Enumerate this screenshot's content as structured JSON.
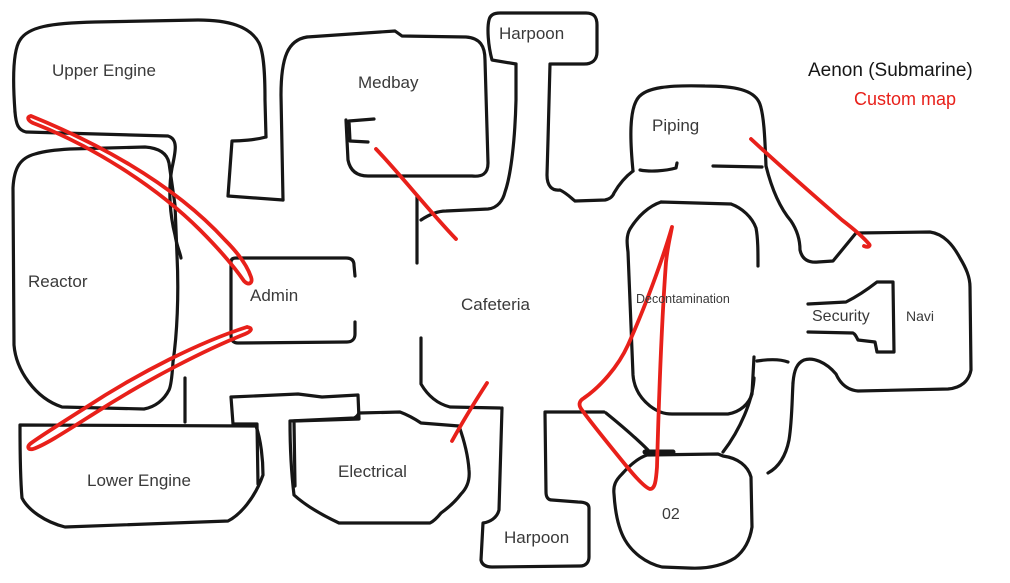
{
  "header": {
    "title": "Aenon (Submarine)",
    "subtitle": "Custom map"
  },
  "colors": {
    "background": "#ffffff",
    "ink": "#161616",
    "label": "#3a3a3a",
    "red": "#e8201a"
  },
  "rooms": {
    "upper_engine": {
      "label": "Upper Engine"
    },
    "medbay": {
      "label": "Medbay"
    },
    "harpoon_top": {
      "label": "Harpoon"
    },
    "piping": {
      "label": "Piping"
    },
    "reactor": {
      "label": "Reactor"
    },
    "admin": {
      "label": "Admin"
    },
    "cafeteria": {
      "label": "Cafeteria"
    },
    "decontamination": {
      "label": "Decontamination"
    },
    "security": {
      "label": "Security"
    },
    "navi": {
      "label": "Navi"
    },
    "lower_engine": {
      "label": "Lower Engine"
    },
    "electrical": {
      "label": "Electrical"
    },
    "harpoon_bottom": {
      "label": "Harpoon"
    },
    "o2": {
      "label": "02"
    }
  }
}
